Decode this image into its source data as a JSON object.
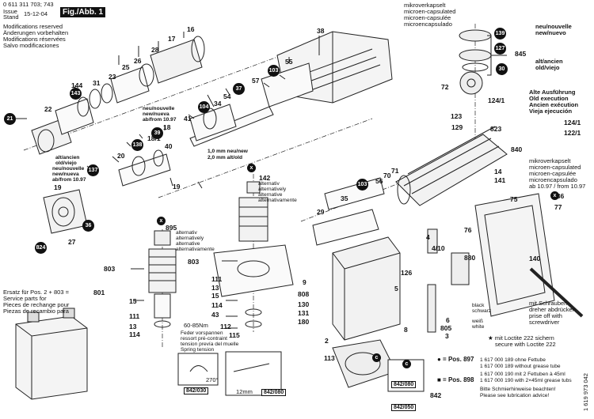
{
  "header": {
    "part_number": "0 611 311 703; 743",
    "issue_label": "Issue",
    "stand_label": "Stand",
    "date": "15-12-04",
    "fig_label": "Fig./Abb. 1",
    "mods": [
      "Modifications reserved",
      "Änderungen vorbehalten",
      "Modifications réservées",
      "Salvo modificaciones"
    ]
  },
  "notes": {
    "capsulated": [
      "mikroverkapselt",
      "microen-capsulated",
      "microen-capsulée",
      "microencapsulado"
    ],
    "new_nuevo": [
      "neu/nouvelle",
      "new/nuevo"
    ],
    "old_viejo": [
      "alt/ancien",
      "old/viejo"
    ],
    "alte_ausfuhrung": [
      "Alte Ausführung",
      "Old execution",
      "Ancien exécution",
      "Vieja ejecución"
    ],
    "capsulated2": [
      "mikroverkapselt",
      "microen-capsulated",
      "microen-capsulée",
      "microencapsulado",
      "ab 10.97 / from 10.97"
    ],
    "new_from_a": [
      "neu/nouvelle",
      "new/nueva",
      "ab/from 10.97"
    ],
    "new_from_b": [
      "neu/nouvelle",
      "new/nueva",
      "ab/from 10.97"
    ],
    "alt_ancien": [
      "alt/ancien",
      "old/viejo"
    ],
    "alternatively_a": [
      "alternativ",
      "alternatively",
      "alternative",
      "alternativamente"
    ],
    "alternatively_b": [
      "alternativ",
      "alternatively",
      "alternative",
      "alternativamente"
    ],
    "new_old_mm": [
      "1,0 mm neu/new",
      "2,0 mm alt/old"
    ],
    "spare": [
      "Ersatz für Pos. 2 + 803 =",
      "Service parts for",
      "Pieces de rechange pour",
      "Piezas de recambio para"
    ],
    "torque": "60-85Nm",
    "feder": [
      "Feder vorspannen",
      "ressort pré-contraint",
      "tension prevía del muelle",
      "Spring tension"
    ],
    "angle": "270°",
    "mm12": "12mm",
    "screwdriver": [
      "mit Schrauben-",
      "dreher abdrücken",
      "prise off with",
      "screwdriver"
    ],
    "wires": [
      "black",
      "schwarz",
      "weiß",
      "white"
    ],
    "loctite": [
      "★ mit Loctite 222 sichern",
      "secure with Loctite 222"
    ],
    "pos897": "● = Pos. 897",
    "pos898": "■ = Pos. 898",
    "grease": [
      "1 617 000 189 ohne Fettube",
      "1 617 000 189 without grease tube",
      "1 617 000 190 mit 2 Fettuben à 45ml",
      "1 617 000 190 with 2×45ml grease tubs",
      "Bitte Schmierhinweise beachten!",
      "Please see lubrication advice!"
    ],
    "vertical_code": "1 619 973 042"
  },
  "labels": {
    "l16": "16",
    "l17": "17",
    "l28": "28",
    "l26": "26",
    "l25": "25",
    "l23": "23",
    "l144": "144",
    "l31": "31",
    "l22": "22",
    "l38": "38",
    "l55": "55",
    "l57": "57",
    "l54": "54",
    "l34": "34",
    "l41": "41",
    "l18": "18",
    "l181": "18/1",
    "l40": "40",
    "l20": "20",
    "l19a": "19",
    "l19b": "19",
    "l142": "142",
    "l895": "895",
    "l803a": "803",
    "l803b": "803",
    "l15a": "15",
    "l15b": "15",
    "l111a": "111",
    "l111b": "111",
    "l13a": "13",
    "l13b": "13",
    "l114a": "114",
    "l114b": "114",
    "l43": "43",
    "l112": "112",
    "l115": "115",
    "l801": "801",
    "l27": "27",
    "l35": "35",
    "l29": "29",
    "l71": "71",
    "l70": "70",
    "l56": "56",
    "l72": "72",
    "l1241": "124/1",
    "l123": "123",
    "l129": "129",
    "l823": "823",
    "l840": "840",
    "l14": "14",
    "l141": "141",
    "l136": "136",
    "l75": "75",
    "l77": "77",
    "l76": "76",
    "l410": "4/10",
    "l4": "4",
    "l880": "880",
    "l126": "126",
    "l5": "5",
    "l9": "9",
    "l808": "808",
    "l130": "130",
    "l131": "131",
    "l180": "180",
    "l2": "2",
    "l113": "113",
    "l6": "6",
    "l805": "805",
    "l3": "3",
    "l140": "140",
    "l845": "845",
    "l1241b": "124/1",
    "l1221": "122/1",
    "l8": "8",
    "l842": "842",
    "l842030": "842/030",
    "l842080a": "842/080",
    "l842080b": "842/080",
    "l842050": "842/050"
  },
  "badges": {
    "b21": "21",
    "b143": "143",
    "b39": "39",
    "b138": "138",
    "b137": "137",
    "b36": "36",
    "b824": "824",
    "b104": "104",
    "b37": "37",
    "b103a": "103",
    "b103b": "103",
    "b139": "139",
    "b127": "127",
    "b30": "30",
    "bx1": "x",
    "bx2": "x",
    "bx3": "x",
    "bc1": "c",
    "bc2": "c"
  }
}
